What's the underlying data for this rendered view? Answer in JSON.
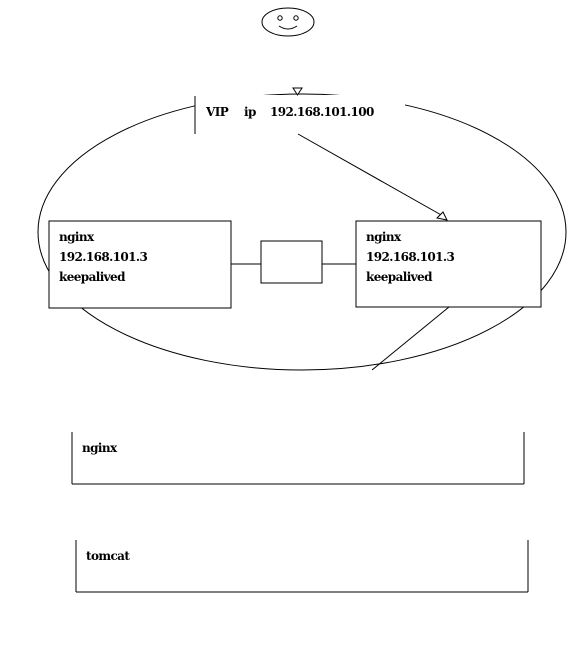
{
  "vip": {
    "label": "VIP",
    "ip_label": "ip",
    "ip_value": "192.168.101.100"
  },
  "nodes": [
    {
      "name": "nginx",
      "ip": "192.168.101.3",
      "service": "keepalived"
    },
    {
      "name": "nginx",
      "ip": "192.168.101.3",
      "service": "keepalived"
    }
  ],
  "backend": {
    "nginx_label": "nginx",
    "tomcat_label": "tomcat"
  },
  "icons": {
    "user": "smiley-face-icon"
  }
}
